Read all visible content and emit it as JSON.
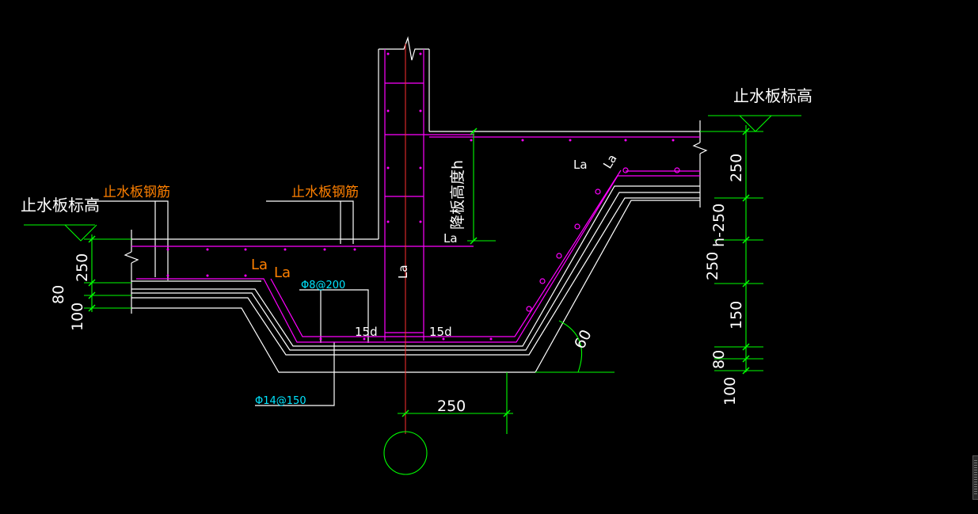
{
  "colors": {
    "background": "#000000",
    "outline": "#ffffff",
    "rebar": "#ff00ff",
    "dimension": "#00ff00",
    "chinese_label": "#ff8000",
    "spec_label": "#00e5ff",
    "centerline": "#ff3030"
  },
  "labels": {
    "elev_left": "止水板标高",
    "elev_right": "止水板标高",
    "rebar_left": "止水板钢筋",
    "rebar_mid": "止水板钢筋",
    "drop_height": "降板高度h",
    "la_center_vertical": "La",
    "la_left_top": "La",
    "la_left_slope": "La",
    "la_mid": "La",
    "la_right_top": "La",
    "la_right_slope": "La",
    "spec_phi8": "Φ8@200",
    "spec_phi14": "Φ14@150",
    "len_15d_left": "15d",
    "len_15d_right": "15d",
    "angle": "60"
  },
  "dimensions": {
    "left_250": "250",
    "left_80": "80",
    "left_100": "100",
    "right_250_top": "250",
    "right_h_minus_250": "h-250",
    "right_250_mid": "250",
    "right_150": "150",
    "right_80": "80",
    "right_100": "100",
    "bottom_250": "250"
  }
}
